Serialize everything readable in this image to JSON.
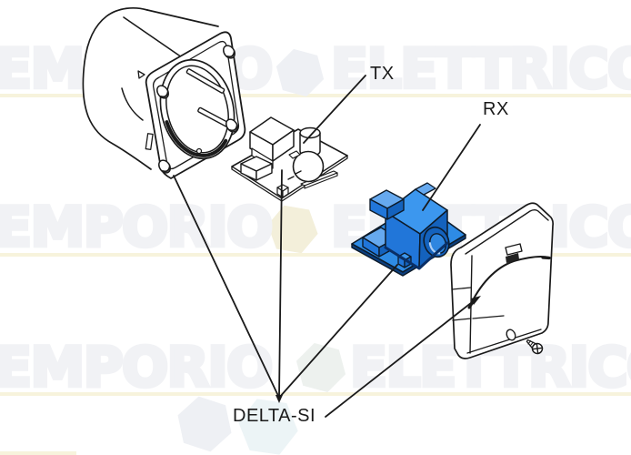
{
  "diagram": {
    "labels": {
      "tx": "TX",
      "rx": "RX",
      "model": "DELTA-SI"
    },
    "parts": {
      "housing": "rear-housing",
      "tx_board": "tx-photocell-board",
      "rx_module": "rx-photocell-module",
      "cover": "front-cover",
      "screw": "fixing-screw"
    }
  },
  "watermark": {
    "rows": [
      {
        "left": "EMPORIO",
        "right": "ELETTRICO"
      },
      {
        "left": "EMPORIO",
        "right": "ELETTRICO"
      },
      {
        "left": "EMPORIO",
        "right": "ELETTRICO"
      }
    ],
    "letter_color": "#f1f2f5",
    "underline_color": "#f7f3dc",
    "hexagon_colors": [
      "#eef0f4",
      "#f3efda",
      "#edf1ee",
      "#ecf4f6"
    ]
  },
  "colors": {
    "line": "#1a1a1a",
    "background": "#ffffff",
    "rx_blue": "#2373d8",
    "rx_blue_light": "#66a9ef",
    "rx_blue_dark": "#1059b0"
  }
}
